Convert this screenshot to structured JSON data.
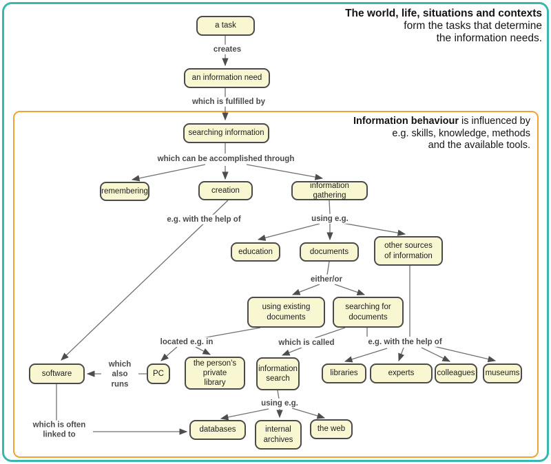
{
  "colors": {
    "teal_frame": "#38b7ae",
    "orange_frame": "#f0a232",
    "node_fill": "#f9f6d2",
    "node_border": "#4a4a4a",
    "node_text": "#1c1c1c",
    "connector": "#707070",
    "arrowhead": "#4d4d4d",
    "edge_label_text": "#4a4a4a"
  },
  "annotations": {
    "top_right": {
      "line1": "The world, life, situations and contexts",
      "line2": "form the tasks that determine",
      "line3": "the information needs."
    },
    "behaviour": {
      "bold": "Information behaviour",
      "rest": " is influenced by",
      "line2": "e.g. skills, knowledge, methods",
      "line3": "and the available tools."
    }
  },
  "nodes": {
    "a_task": "a task",
    "an_information_need": "an information need",
    "searching_information": "searching information",
    "remembering": "remembering",
    "creation": "creation",
    "information_gathering": "information gathering",
    "education": "education",
    "documents": "documents",
    "other_sources": "other sources\nof information",
    "using_existing_documents": "using existing\ndocuments",
    "searching_for_documents": "searching for\ndocuments",
    "software": "software",
    "pc": "PC",
    "private_library": "the person's\nprivate\nlibrary",
    "information_search": "information\nsearch",
    "libraries": "libraries",
    "experts": "experts",
    "colleagues": "colleagues",
    "museums": "museums",
    "databases": "databases",
    "internal_archives": "internal\narchives",
    "the_web": "the web"
  },
  "edge_labels": {
    "creates": "creates",
    "which_is_fulfilled_by": "which is fulfilled by",
    "which_can_be_accomplished_through": "which can be accomplished through",
    "eg_with_the_help_of_upper": "e.g. with the help of",
    "using_eg_upper": "using e.g.",
    "either_or": "either/or",
    "located_eg_in": "located e.g. in",
    "which_is_called": "which is called",
    "eg_with_the_help_of_lower": "e.g. with the help of",
    "which_also_runs": "which\nalso\nruns",
    "which_is_often_linked_to": "which is often\nlinked to",
    "using_eg_lower": "using e.g."
  }
}
